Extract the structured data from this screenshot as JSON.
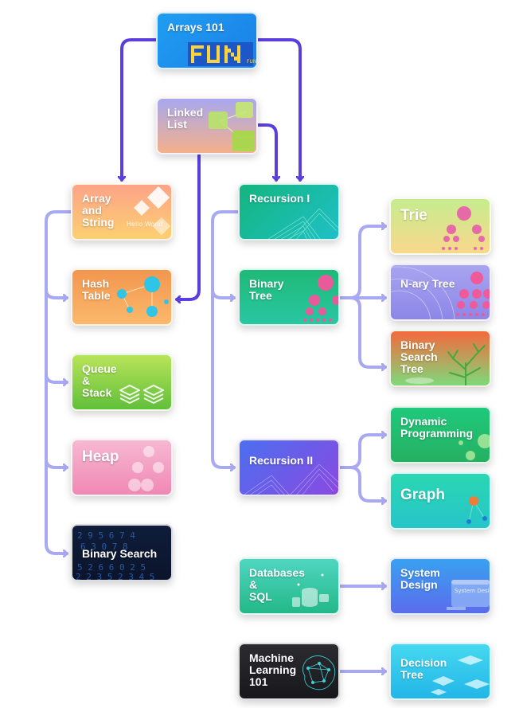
{
  "cards": {
    "arrays101": {
      "label": "Arrays 101",
      "badge": "FUN"
    },
    "linked_list": {
      "label": "Linked\nList"
    },
    "array_string": {
      "label": "Array\nand\nString",
      "sub": "Hello World"
    },
    "hash_table": {
      "label": "Hash\nTable"
    },
    "queue_stack": {
      "label": "Queue\n   &\n Stack"
    },
    "heap": {
      "label": "Heap"
    },
    "binary_search": {
      "label": "Binary Search",
      "digits": [
        "2 9  5  6  7  4",
        "6  3   0    7  8",
        "5 2 6 6 0 2 5",
        "2 2 3 5 2 3 4 5"
      ]
    },
    "recursion1": {
      "label": "Recursion I"
    },
    "binary_tree": {
      "label": "Binary\nTree"
    },
    "trie": {
      "label": "Trie"
    },
    "nary_tree": {
      "label": "N-ary Tree"
    },
    "bst": {
      "label": "Binary\nSearch\nTree"
    },
    "recursion2": {
      "label": "Recursion II"
    },
    "dp": {
      "label": "Dynamic\nProgramming"
    },
    "graph": {
      "label": "Graph"
    },
    "databases": {
      "label": "Databases\n      &\n    SQL"
    },
    "system_design": {
      "label": "System\nDesign",
      "sub": "System\nDesign"
    },
    "ml101": {
      "label": "Machine\nLearning\n101"
    },
    "decision_tree": {
      "label": "Decision\nTree"
    }
  },
  "colors": {
    "arrow_dark": "#5b3ee0",
    "arrow_light": "#a9a8f2"
  }
}
